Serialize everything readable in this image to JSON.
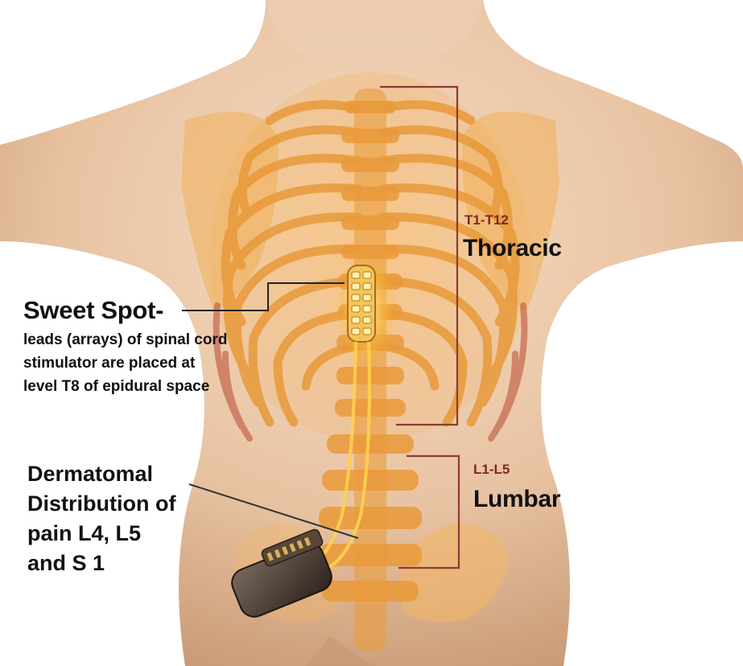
{
  "thoracic": {
    "range": "T1-T12",
    "name": "Thoracic"
  },
  "lumbar": {
    "range": "L1-L5",
    "name": "Lumbar"
  },
  "sweet_spot": {
    "title": "Sweet Spot-",
    "lines": [
      "leads (arrays) of spinal cord",
      "stimulator are placed at",
      "level T8 of epidural space"
    ]
  },
  "dermatomal": {
    "lines": [
      "Dermatomal",
      "Distribution of",
      "pain L4, L5",
      "and S 1"
    ]
  },
  "colors": {
    "bracket": "#8e3a32",
    "skin": "#e9c7a8",
    "bone": "#f0a94a",
    "lead_glow": "#ffd24d",
    "device": "#4a3a30",
    "callout_line": "#222222"
  },
  "icons": {
    "generator": "implanted-pulse-generator-icon",
    "leads": "stimulator-leads-icon"
  }
}
